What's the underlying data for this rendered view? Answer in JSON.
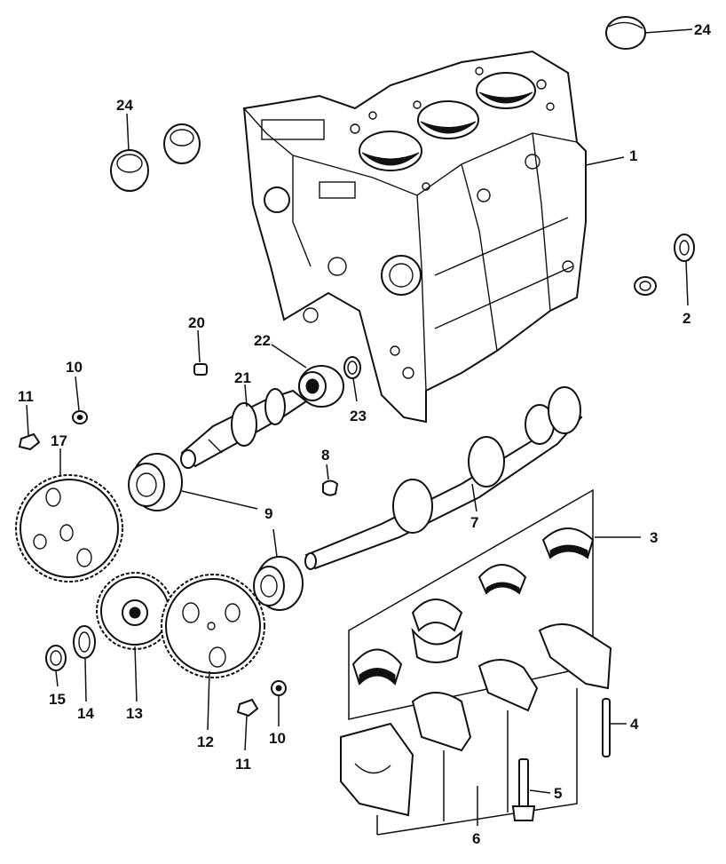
{
  "callouts": {
    "c1": "1",
    "c2": "2",
    "c3": "3",
    "c4": "4",
    "c5": "5",
    "c6": "6",
    "c7": "7",
    "c8": "8",
    "c9": "9",
    "c10a": "10",
    "c10b": "10",
    "c11a": "11",
    "c11b": "11",
    "c12": "12",
    "c13": "13",
    "c14": "14",
    "c15": "15",
    "c17": "17",
    "c20": "20",
    "c21": "21",
    "c22": "22",
    "c23": "23",
    "c24a": "24",
    "c24b": "24"
  }
}
